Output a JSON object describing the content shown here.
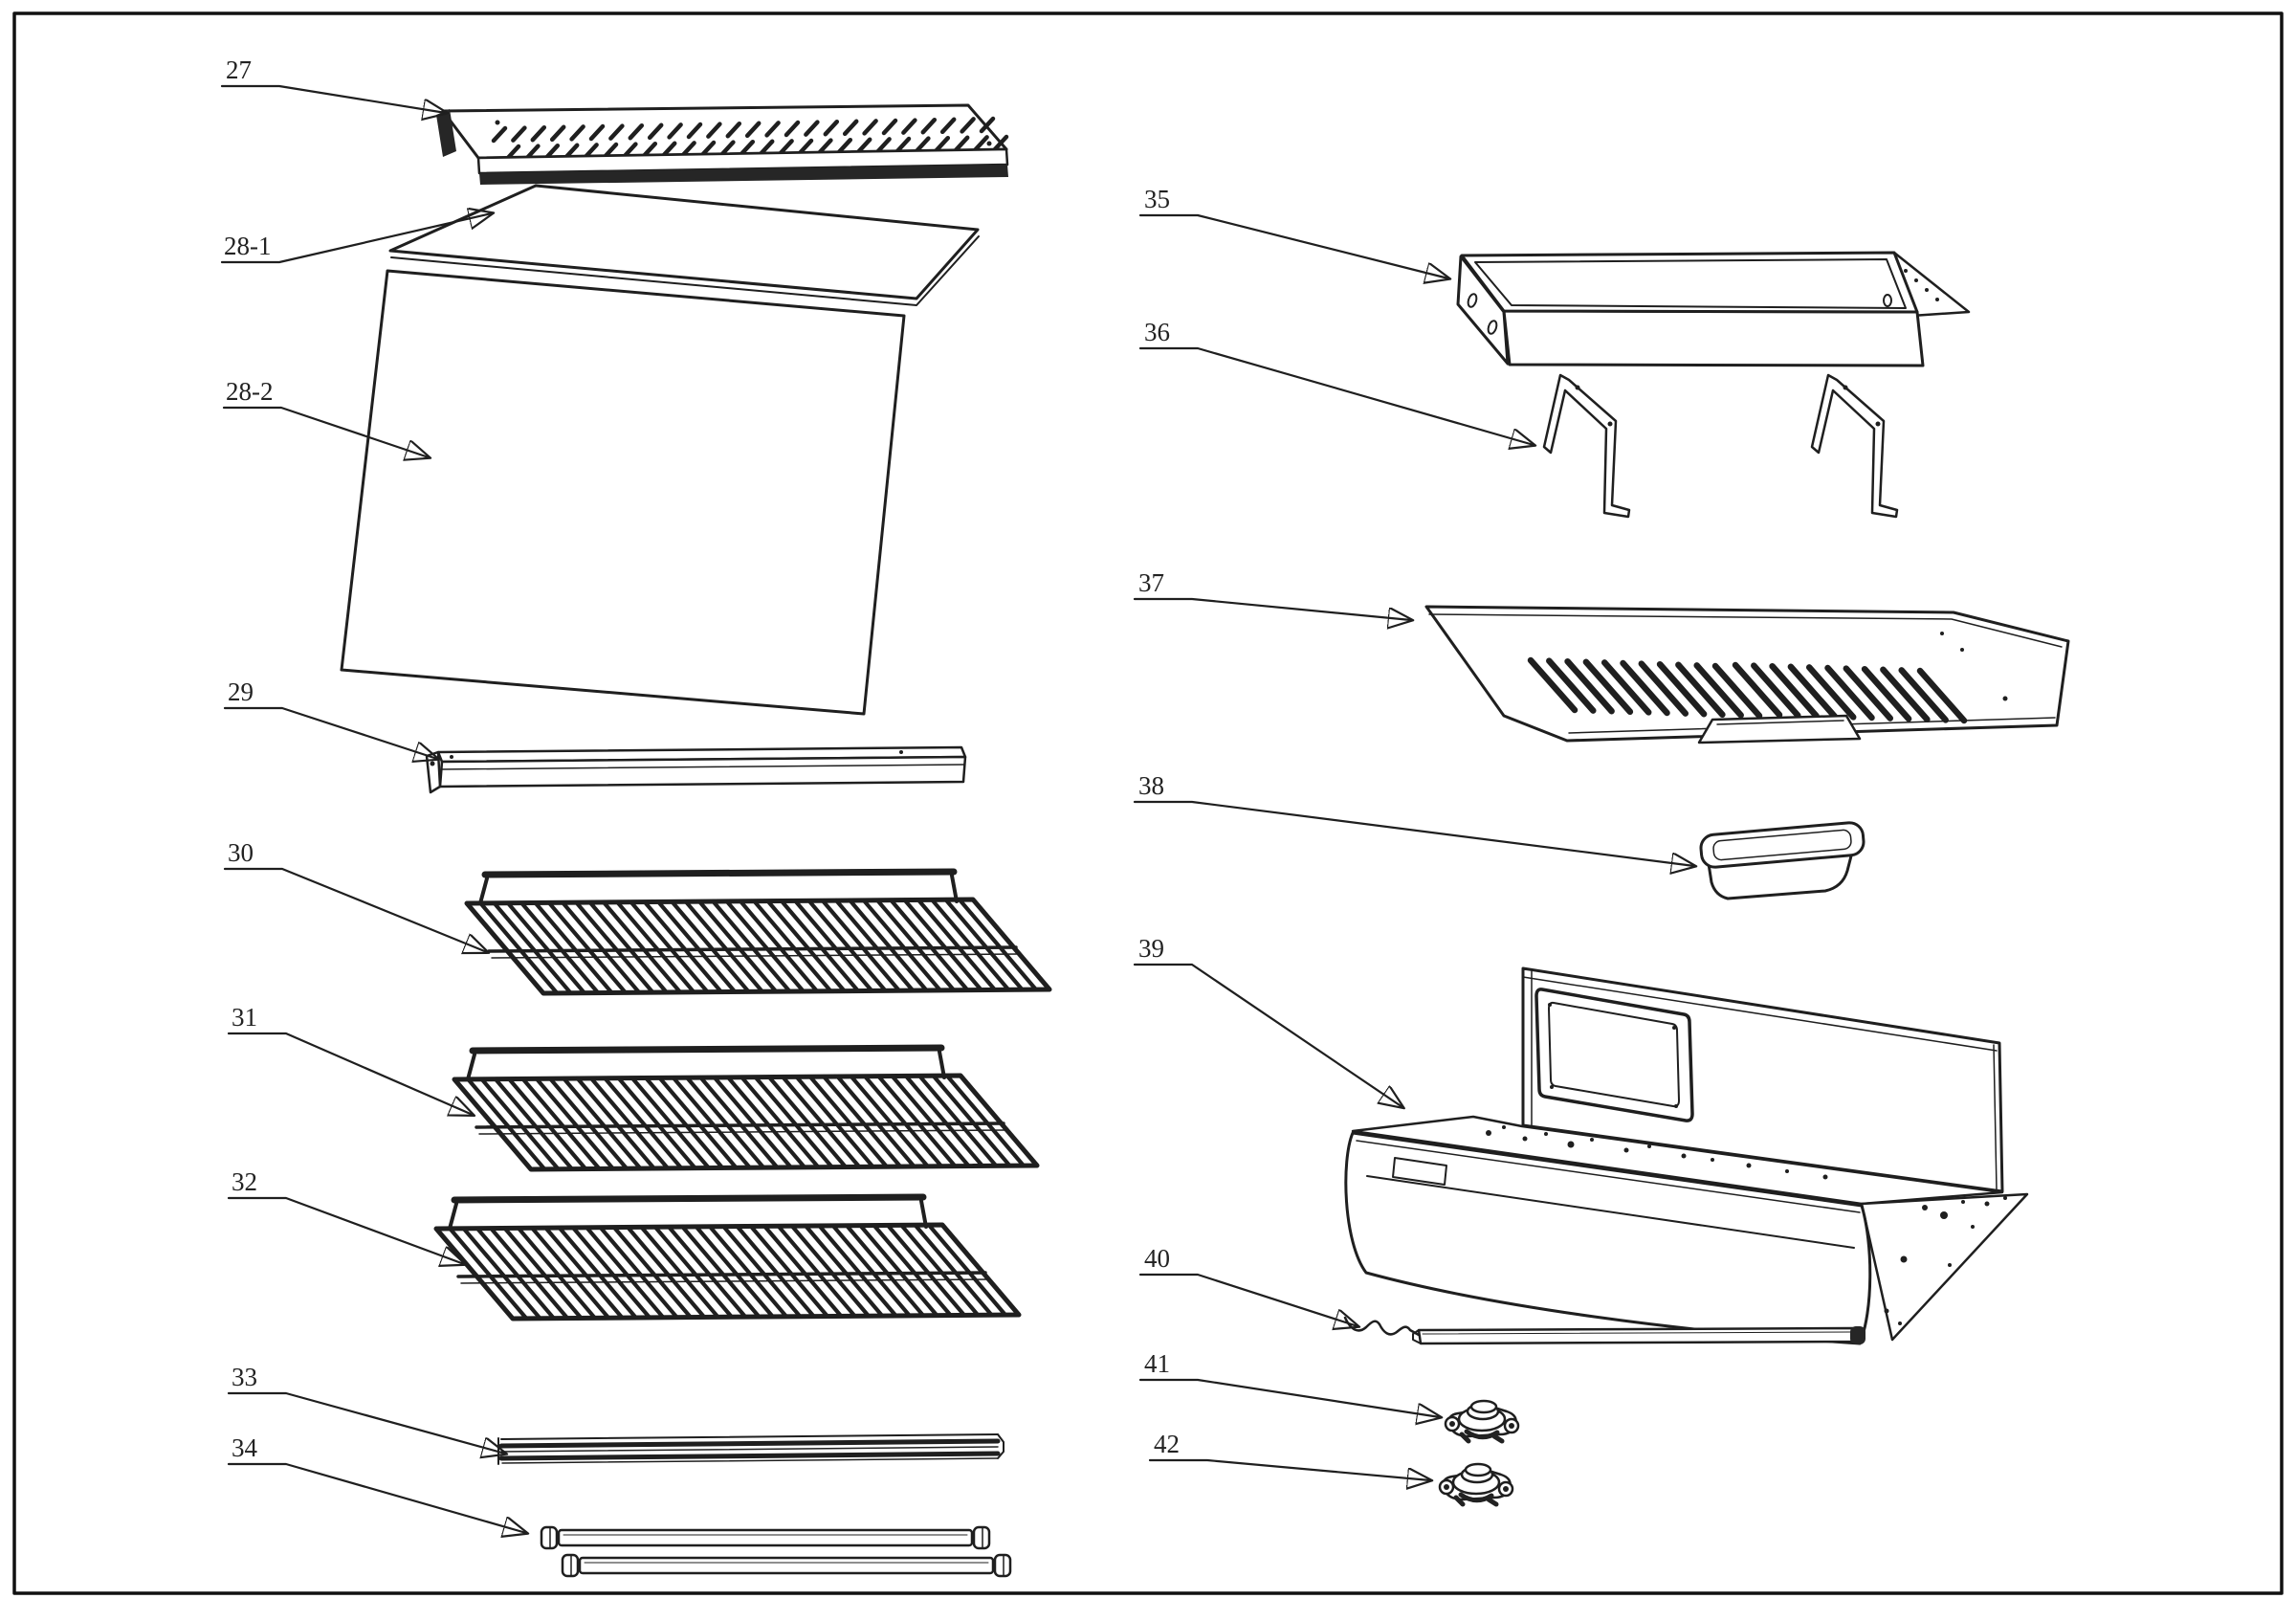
{
  "diagram": {
    "callouts": [
      {
        "label": "27"
      },
      {
        "label": "28-1"
      },
      {
        "label": "28-2"
      },
      {
        "label": "29"
      },
      {
        "label": "30"
      },
      {
        "label": "31"
      },
      {
        "label": "32"
      },
      {
        "label": "33"
      },
      {
        "label": "34"
      },
      {
        "label": "35"
      },
      {
        "label": "36"
      },
      {
        "label": "37"
      },
      {
        "label": "38"
      },
      {
        "label": "39"
      },
      {
        "label": "40"
      },
      {
        "label": "41"
      },
      {
        "label": "42"
      }
    ]
  },
  "colors": {
    "ink": "#1f1f1f",
    "background": "#ffffff",
    "border": "#111111"
  }
}
